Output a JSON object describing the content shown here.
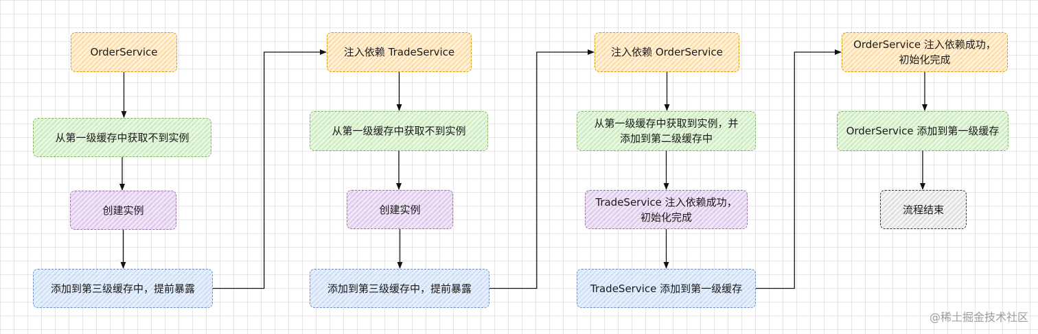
{
  "columns": [
    {
      "nodes": [
        {
          "text": "OrderService",
          "style": "orange"
        },
        {
          "text": "从第一级缓存中获取不到实例",
          "style": "green"
        },
        {
          "text": "创建实例",
          "style": "purple"
        },
        {
          "text": "添加到第三级缓存中，提前暴露",
          "style": "blue"
        }
      ]
    },
    {
      "nodes": [
        {
          "text": "注入依赖 TradeService",
          "style": "orange"
        },
        {
          "text": "从第一级缓存中获取不到实例",
          "style": "green"
        },
        {
          "text": "创建实例",
          "style": "purple"
        },
        {
          "text": "添加到第三级缓存中，提前暴露",
          "style": "blue"
        }
      ]
    },
    {
      "nodes": [
        {
          "text": "注入依赖 OrderService",
          "style": "orange"
        },
        {
          "text": "从第一级缓存中获取到实例，并\n添加到第二级缓存中",
          "style": "green"
        },
        {
          "text": "TradeService 注入依赖成功，\n初始化完成",
          "style": "purple"
        },
        {
          "text": "TradeService 添加到第一级缓存",
          "style": "blue"
        }
      ]
    },
    {
      "nodes": [
        {
          "text": "OrderService 注入依赖成功，\n初始化完成",
          "style": "orange"
        },
        {
          "text": "OrderService 添加到第一级缓存",
          "style": "green"
        },
        {
          "text": "流程结束",
          "style": "gray"
        }
      ]
    }
  ],
  "watermark": "@稀土掘金技术社区"
}
